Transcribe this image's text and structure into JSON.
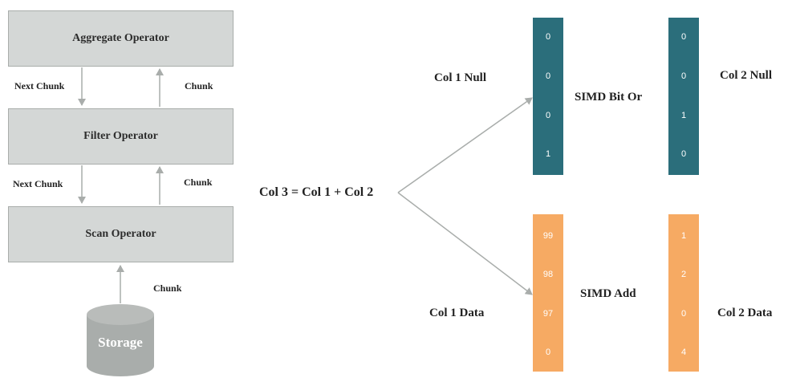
{
  "operators": {
    "aggregate": "Aggregate Operator",
    "filter": "Filter Operator",
    "scan": "Scan Operator"
  },
  "flow_labels": {
    "next_chunk_top": "Next Chunk",
    "chunk_top": "Chunk",
    "next_chunk_mid": "Next Chunk",
    "chunk_mid": "Chunk",
    "chunk_storage": "Chunk"
  },
  "storage": {
    "label": "Storage"
  },
  "expression": "Col 3 = Col 1 + Col 2",
  "col1_null": {
    "label": "Col 1 Null",
    "values": [
      "0",
      "0",
      "0",
      "1"
    ]
  },
  "col2_null": {
    "label": "Col 2 Null",
    "values": [
      "0",
      "0",
      "1",
      "0"
    ]
  },
  "col1_data": {
    "label": "Col 1 Data",
    "values": [
      "99",
      "98",
      "97",
      "0"
    ]
  },
  "col2_data": {
    "label": "Col 2 Data",
    "values": [
      "1",
      "2",
      "0",
      "4"
    ]
  },
  "ops": {
    "null_op": "SIMD Bit Or",
    "data_op": "SIMD Add"
  },
  "colors": {
    "operator_fill": "#d4d7d6",
    "null_column": "#2b6e7b",
    "data_column": "#f6aa63",
    "storage": "#a9adab",
    "arrow": "#a9adab"
  }
}
